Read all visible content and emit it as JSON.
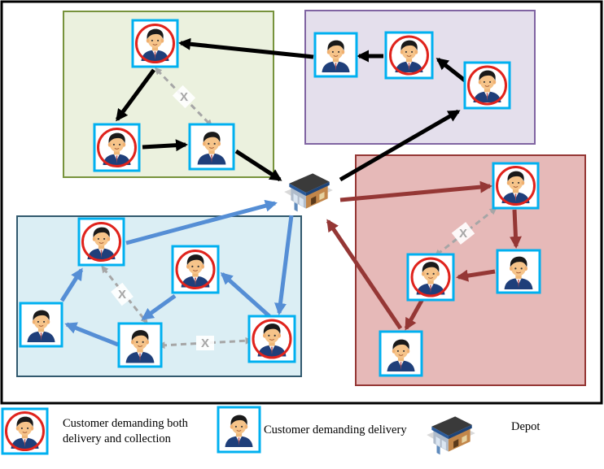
{
  "regions": [
    {
      "id": "green",
      "fill": "#ebf1de",
      "stroke": "#77933c"
    },
    {
      "id": "purple",
      "fill": "#e4dfec",
      "stroke": "#8064a2"
    },
    {
      "id": "blue",
      "fill": "#dbeef4",
      "stroke": "#31596e"
    },
    {
      "id": "red",
      "fill": "#e6b9b8",
      "stroke": "#953735"
    }
  ],
  "route_colors": {
    "green": "#000000",
    "purple": "#000000",
    "blue": "#558ed5",
    "red": "#953735",
    "forbidden": "#a6a6a6"
  },
  "forbidden_mark": "X",
  "icons": {
    "customer": "customer-icon",
    "depot": "depot-icon"
  },
  "legend": {
    "both_line1": "Customer demanding both",
    "both_line2": "delivery and collection",
    "delivery": "Customer demanding delivery",
    "depot": "Depot"
  }
}
